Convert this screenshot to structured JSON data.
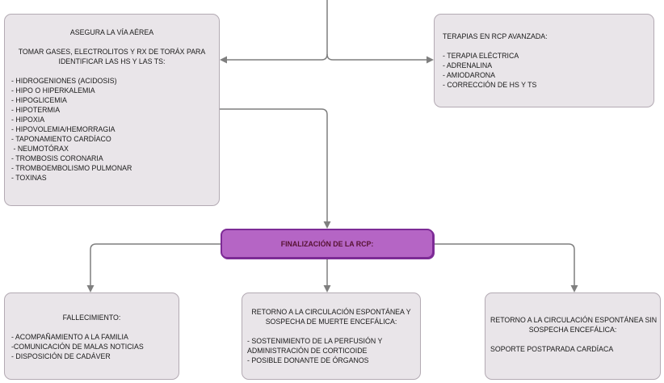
{
  "colors": {
    "background": "#ffffff",
    "node_fill": "#e9e5e9",
    "node_border": "#b3aab3",
    "node_text": "#1a1a1a",
    "highlight_fill": "#b565c5",
    "highlight_border": "#7d2b96",
    "highlight_text": "#561233",
    "connector": "#7f7f7f"
  },
  "nodes": {
    "airway": {
      "title": "ASEGURA LA VÍA AÉREA",
      "subtitle_line1": "TOMAR GASES, ELECTROLITOS Y RX DE TORÁX PARA",
      "subtitle_line2": "IDENTIFICAR LAS HS Y LAS TS:",
      "items": [
        "- HIDROGENIONES (ACIDOSIS)",
        "- HIPO O HIPERKALEMIA",
        "- HIPOGLICEMIA",
        "- HIPOTERMIA",
        "- HIPOXIA",
        "- HIPOVOLEMIA/HEMORRAGIA",
        "- TAPONAMIENTO CARDÍACO",
        " - NEUMOTÓRAX",
        "- TROMBOSIS CORONARIA",
        "- TROMBOEMBOLISMO PULMONAR",
        "- TOXINAS"
      ]
    },
    "advanced_therapies": {
      "title": "TERAPIAS EN RCP AVANZADA:",
      "items": [
        "- TERAPIA ELÉCTRICA",
        "- ADRENALINA",
        "- AMIODARONA",
        "- CORRECCIÓN DE HS Y TS"
      ]
    },
    "finalization": {
      "title": "FINALIZACIÓN DE LA RCP:"
    },
    "death": {
      "title": "FALLECIMIENTO:",
      "items": [
        "- ACOMPAÑAMIENTO A LA FAMILIA",
        "-COMUNICACIÓN DE MALAS NOTICIAS",
        "- DISPOSICIÓN DE CADÁVER"
      ]
    },
    "rosc_brain_death": {
      "title_line1": "RETORNO A LA CIRCULACIÓN ESPONTÁNEA Y",
      "title_line2": "SOSPECHA DE MUERTE ENCEFÁLICA:",
      "items": [
        "- SOSTENIMIENTO DE LA PERFUSIÓN Y",
        "ADMINISTRACIÓN DE CORTICOIDE",
        "- POSIBLE DONANTE DE ÓRGANOS"
      ]
    },
    "rosc_no_suspicion": {
      "title_line1": "RETORNO A LA CIRCULACIÓN ESPONTÁNEA SIN",
      "title_line2": "SOSPECHA ENCEFÁLICA:",
      "items": [
        "SOPORTE POSTPARADA CARDÍACA"
      ]
    }
  }
}
